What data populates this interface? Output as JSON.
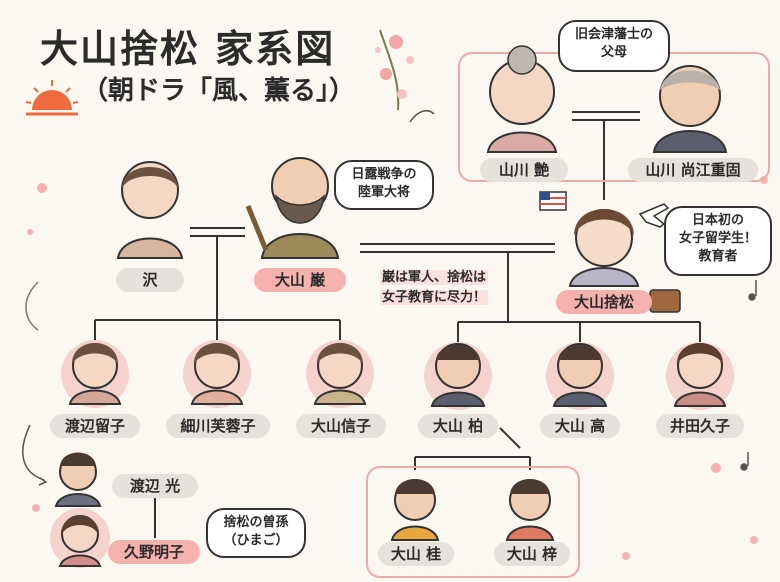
{
  "title": "大山捨松 家系図",
  "subtitle": "（朝ドラ「風、薫る」）",
  "people": {
    "sawa": "沢",
    "iwao": "大山 巌",
    "sutematsu": "大山捨松",
    "tsuya": "山川 艶",
    "naoe": "山川 尚江重固",
    "tomeko": "渡辺留子",
    "fuyoko": "細川芙蓉子",
    "nobuko": "大山信子",
    "kashiwa": "大山 柏",
    "takashi": "大山 高",
    "hisako": "井田久子",
    "hikaru": "渡辺 光",
    "akiko": "久野明子",
    "katsura": "大山 桂",
    "azusa": "大山 梓"
  },
  "bubbles": {
    "parents_l1": "旧会津藩士の",
    "parents_l2": "父母",
    "iwao_l1": "日露戦争の",
    "iwao_l2": "陸軍大将",
    "sute_l1": "日本初の",
    "sute_l2": "女子留学生！",
    "sute_l3": "教育者",
    "akiko_l1": "捨松の曽孫",
    "akiko_l2": "（ひまご）"
  },
  "note": {
    "line1": "巌は軍人、捨松は",
    "line2": "女子教育に尽力！"
  },
  "colors": {
    "pink_label": "#f5b1ae",
    "gray_label": "#e6e1da",
    "accent_border": "#f0a9a5",
    "sun": "#ef6b3f"
  }
}
